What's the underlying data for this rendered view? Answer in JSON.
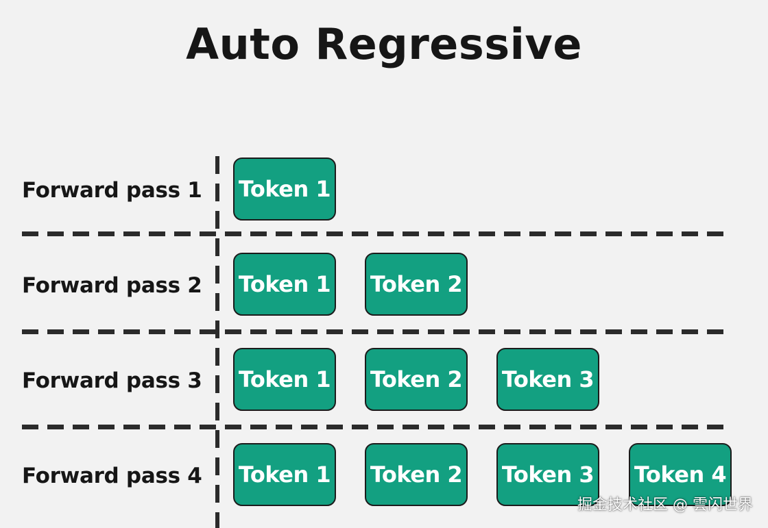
{
  "title": "Auto Regressive",
  "rows": [
    {
      "label": "Forward pass 1",
      "tokens": [
        "Token 1"
      ]
    },
    {
      "label": "Forward pass 2",
      "tokens": [
        "Token 1",
        "Token 2"
      ]
    },
    {
      "label": "Forward pass 3",
      "tokens": [
        "Token 1",
        "Token 2",
        "Token 3"
      ]
    },
    {
      "label": "Forward pass 4",
      "tokens": [
        "Token 1",
        "Token 2",
        "Token 3",
        "Token 4"
      ]
    }
  ],
  "watermark": "掘金技术社区 @ 雲闪世界",
  "colors": {
    "background": "#f2f2f2",
    "token_fill": "#13a081",
    "token_border": "#1b1b1b",
    "token_text": "#ffffff",
    "text": "#161616",
    "dash": "#2b2b2b"
  }
}
